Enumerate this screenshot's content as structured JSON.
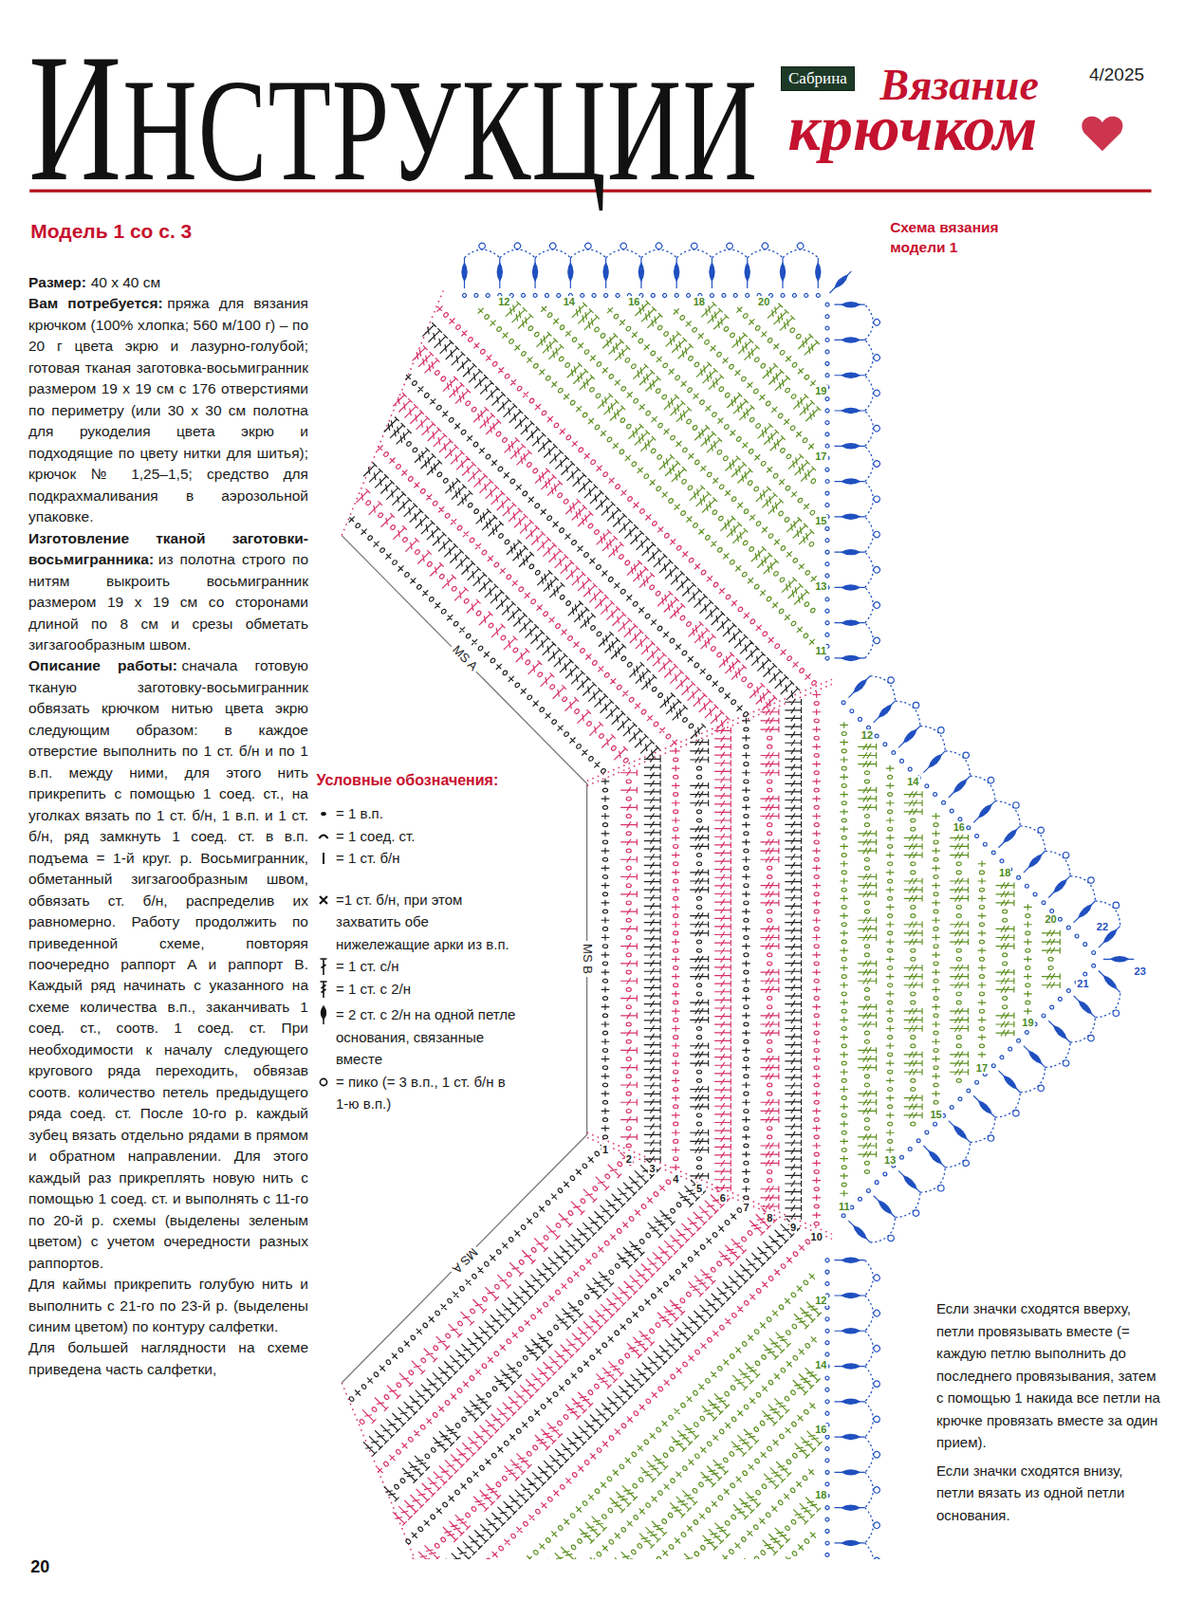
{
  "diagram": {
    "title": "ИНСТРУКЦИИ",
    "nodes": [
      {
        "text": [
          "Сабрина"
        ]
      }
    ],
    "labels": [
      "Вязание",
      "крючком",
      "4/2025",
      "Модель 1 со с. 3",
      "Размер:",
      "40 х 40 см",
      "Вам потребуется:",
      "пряжа для вязания крючком (100% хлопка; 560 м/100 г) – по 20 г цвета экрю и лазурно-голубой; готовая тканая заготовка-восьмигранник размером 19 х 19 см с 176 отверстиями по периметру (или 30 х 30 см полотна для рукоделия цвета экрю и подходящие по цвету нитки для шитья); крючок № 1,25–1,5; средство для подкрахмаливания в аэрозольной упаковке.",
      "Изготовление тканой заготовки-восьмигранника:",
      "из полотна строго по нитям выкроить восьмигранник размером 19 х 19 см со сторонами длиной по 8 см и срезы обметать зигзагообразным швом.",
      "Описание работы:",
      "сначала готовую тканую заготовку-восьмигранник обвязать крючком нитью цвета экрю следующим образом: в каждое отверстие выполнить по 1 ст. б/н и по 1 в.п. между ними, для этого нить прикрепить с помощью 1 соед. ст., на уголках вязать по 1 ст. б/н, 1 в.п. и 1 ст. б/н, ряд замкнуть 1 соед. ст. в в.п. подъема = 1-й круг. р. Восьмигранник, обметанный зигзагообразным швом, обвязать ст. б/н, распределив их равномерно. Работу продолжить по приведенной схеме, повторяя поочередно раппорт А и раппорт В. Каждый ряд начинать с указанного на схеме количества в.п., заканчивать 1 соед. ст., соотв. 1 соед. ст. При необходимости к началу следующего кругового ряда переходить, обвязав соотв. количество петель предыдущего ряда соед. ст. После 10-го р. каждый зубец вязать отдельно рядами в прямом и обратном направлении. Для этого каждый раз прикреплять новую нить с помощью 1 соед. ст. и выполнять с 11-го по 20-й р. схемы (выделены зеленым цветом) с учетом очередности разных раппортов.",
      "Для каймы прикрепить голубую нить и выполнить с 21-го по 23-й р. (выделены синим цветом) по контуру салфетки.",
      "Для большей наглядности на схеме приведена часть салфетки,",
      "Схема вязания модели 1",
      "MS A",
      "MS B",
      "MS A",
      "Условные обозначения:",
      "Если значки сходятся вверху, петли провязывать вместе (= каждую петлю выполнить до последнего провязывания, затем с помощью 1 накида все петли на крючке провязать вместе за один прием).",
      "Если значки сходятся внизу, петли вязать из одной петли основания.",
      "20",
      "12",
      "14",
      "16",
      "18",
      "20",
      "19",
      "17",
      "15",
      "13",
      "11",
      "12",
      "14",
      "16",
      "18",
      "20",
      "22",
      "23",
      "21",
      "19",
      "17",
      "15",
      "13",
      "11",
      "1",
      "2",
      "3",
      "4",
      "5",
      "6",
      "7",
      "8",
      "9",
      "10",
      "12",
      "14",
      "16",
      "18"
    ],
    "legend": [
      {
        "text": "= 1 в.п."
      },
      {
        "text": "= 1 соед. ст."
      },
      {
        "text": "= 1 ст. б/н"
      },
      {
        "text": "=1 ст. б/н, при этом захватить обе нижележащие арки из в.п."
      },
      {
        "text": "= 1 ст. с/н"
      },
      {
        "text": "= 1 ст. с 2/н"
      },
      {
        "text": "= 2 ст. с 2/н на одной петле основания, связанные вместе"
      },
      {
        "text": "= пико (= 3 в.п., 1 ст. б/н в 1-ю в.п.)"
      }
    ]
  }
}
